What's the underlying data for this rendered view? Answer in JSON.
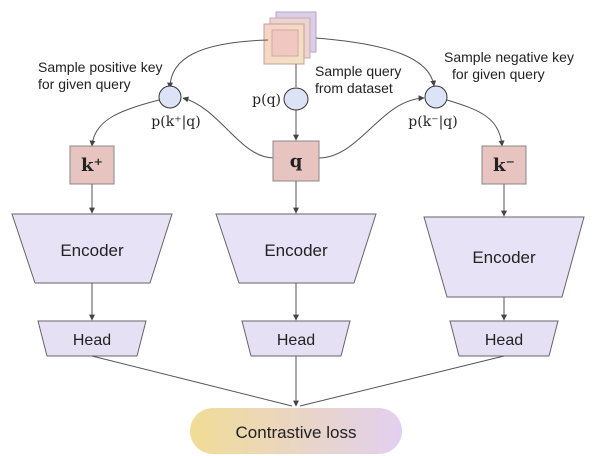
{
  "labels": {
    "sample_positive": [
      "Sample positive key",
      "for given query"
    ],
    "sample_query": [
      "Sample query",
      "from dataset"
    ],
    "sample_negative": [
      "Sample negative key",
      "for given query"
    ],
    "p_q": "p(q)",
    "p_k_plus": "p(k⁺|q)",
    "p_k_minus": "p(k⁻|q)"
  },
  "keys": {
    "k_plus": "k⁺",
    "q": "q",
    "k_minus": "k⁻"
  },
  "encoders": [
    "Encoder",
    "Encoder",
    "Encoder"
  ],
  "heads": [
    "Head",
    "Head",
    "Head"
  ],
  "loss": "Contrastive loss",
  "colors": {
    "encoder_fill": "#e8e2f6",
    "head_fill": "#e6e0f4",
    "key_fill": "#e7c4bf",
    "node_fill": "#dde3f6",
    "loss_start": "#f1dc96",
    "loss_end": "#e2cff0",
    "stroke": "#555555"
  }
}
